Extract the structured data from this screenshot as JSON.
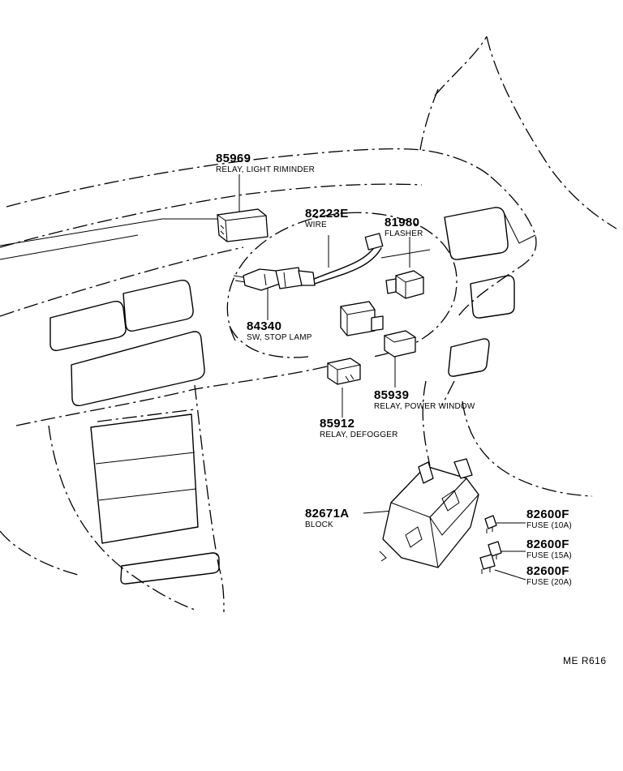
{
  "diagram_code": "ME R616",
  "parts": [
    {
      "number": "85969",
      "description": "RELAY, LIGHT RIMINDER"
    },
    {
      "number": "82223E",
      "description": "WIRE"
    },
    {
      "number": "81980",
      "description": "FLASHER"
    },
    {
      "number": "84340",
      "description": "SW, STOP LAMP"
    },
    {
      "number": "85939",
      "description": "RELAY, POWER WINDOW"
    },
    {
      "number": "85912",
      "description": "RELAY, DEFOGGER"
    },
    {
      "number": "82671A",
      "description": "BLOCK"
    },
    {
      "number": "82600F",
      "description": "FUSE (10A)"
    },
    {
      "number": "82600F",
      "description": "FUSE (15A)"
    },
    {
      "number": "82600F",
      "description": "FUSE (20A)"
    }
  ]
}
